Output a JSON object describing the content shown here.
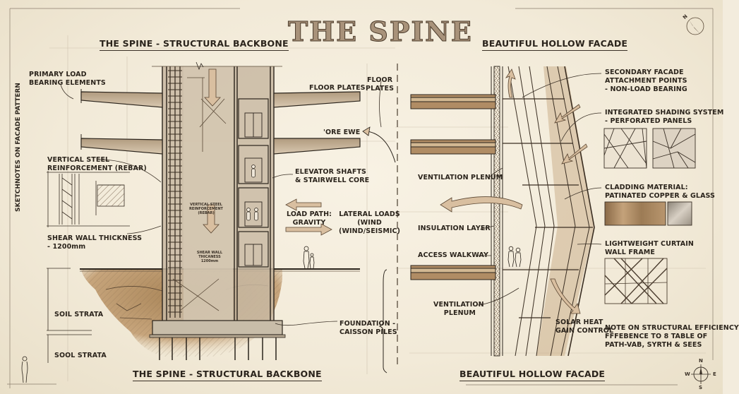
{
  "title": "THE SPINE",
  "left_section": {
    "header": "THE SPINE - STRUCTURAL BACKBONE",
    "footer": "THE SPINE - STRUCTURAL BACKBONE",
    "labels": {
      "primary_load": "PRIMARY LOAD\nBEARING ELEMENTS",
      "floor_plates_1": "FLOOR PLATES",
      "floor_plates_2": "FLOOR\nPLATES",
      "core_mirrored": "'ORE EWE",
      "vertical_steel": "VERTICAL STEEL\nREINFORCEMENT (REBAR)",
      "shear_wall": "SHEAR WALL THICKNESS\n- 1200mm",
      "core_rebar_small": "VERTICAL STEEL\nREINFORCEMENT\n(REBAR)",
      "core_shear_small": "SHEAR WALL\nTHICANESS\n1200mm",
      "elevator": "ELEVATOR SHAFTS\n& STAIRWELL CORE",
      "load_path": "LOAD PATH:\nGRAVITY",
      "lateral_loads": "LATERAL LOADS\n(WIND\n(WIND/SEISMIC)",
      "soil_1": "SOIL STRATA",
      "soil_2": "SOOL STRATA",
      "foundation": "FOUNDATION -\nCAISSON PILES"
    }
  },
  "right_section": {
    "header": "BEAUTIFUL HOLLOW FACADE",
    "footer": "BEAUTIFUL HOLLOW FACADE",
    "labels": {
      "secondary": "SECONDARY FACADE\nATTACHMENT POINTS\n- NON-LOAD BEARING",
      "shading": "INTEGRATED SHADING SYSTEM\n- PERFORATED PANELS",
      "cladding": "CLADDING MATERIAL:\nPATINATED COPPER & GLASS",
      "curtain": "LIGHTWEIGHT CURTAIN\nWALL FRAME",
      "ventilation_1": "VENTILATION PLENUM",
      "insulation": "INSULATION LAYER",
      "access": "ACCESS WALKWAY",
      "ventilation_2": "VENTILATION\nPLENUM",
      "solar": "SOLAR HEAT\nGAIN CONTROL",
      "note": "NOTE ON STRUCTURAL EFFICIENCY\nFFFEBENCE TO 8 TABLE OF\nPATH-VAB, SYRTH & SEES"
    }
  },
  "side_note": "SKETCHNOTES ON FACADE PATTERN",
  "compass": {
    "n": "N",
    "s": "S",
    "e": "E",
    "w": "W",
    "top_n": "N"
  },
  "colors": {
    "paper": "#f3ecdd",
    "ink": "#2b241c",
    "concrete": "#c9baa4",
    "copper": "#a9865e",
    "soil": "#b8956a",
    "arrow": "#d9bfa0"
  }
}
